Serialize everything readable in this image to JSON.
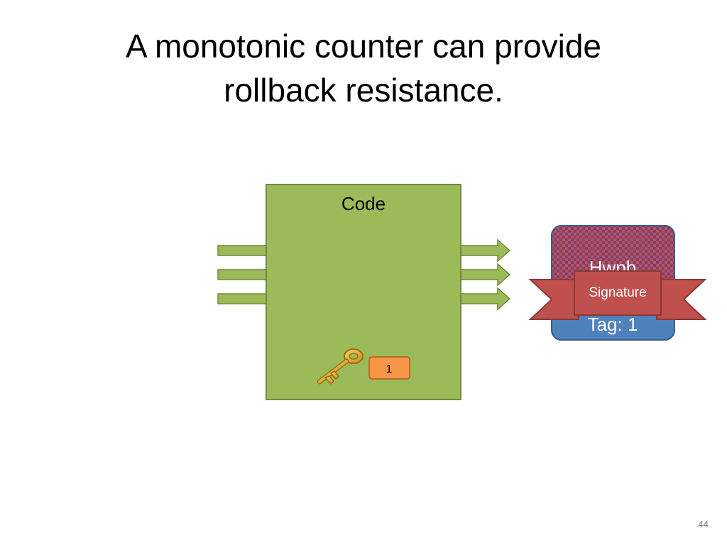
{
  "slide": {
    "title_line1": "A monotonic counter can provide",
    "title_line2": "rollback resistance.",
    "page_number": "44"
  },
  "code_box": {
    "label": "Code",
    "counter_value": "1",
    "icon": "key-icon"
  },
  "blob": {
    "text": "Hwpb",
    "tag_text": "Tag:  1",
    "signature_label": "Signature"
  },
  "colors": {
    "code_box_fill": "#9BBB59",
    "code_box_stroke": "#71893F",
    "counter_fill": "#F79646",
    "blob_fill": "#4F81BD",
    "blob_pattern": "#C0504D",
    "ribbon_fill": "#C0504D",
    "ribbon_stroke": "#8C3836",
    "key_color": "#E0A82E"
  }
}
